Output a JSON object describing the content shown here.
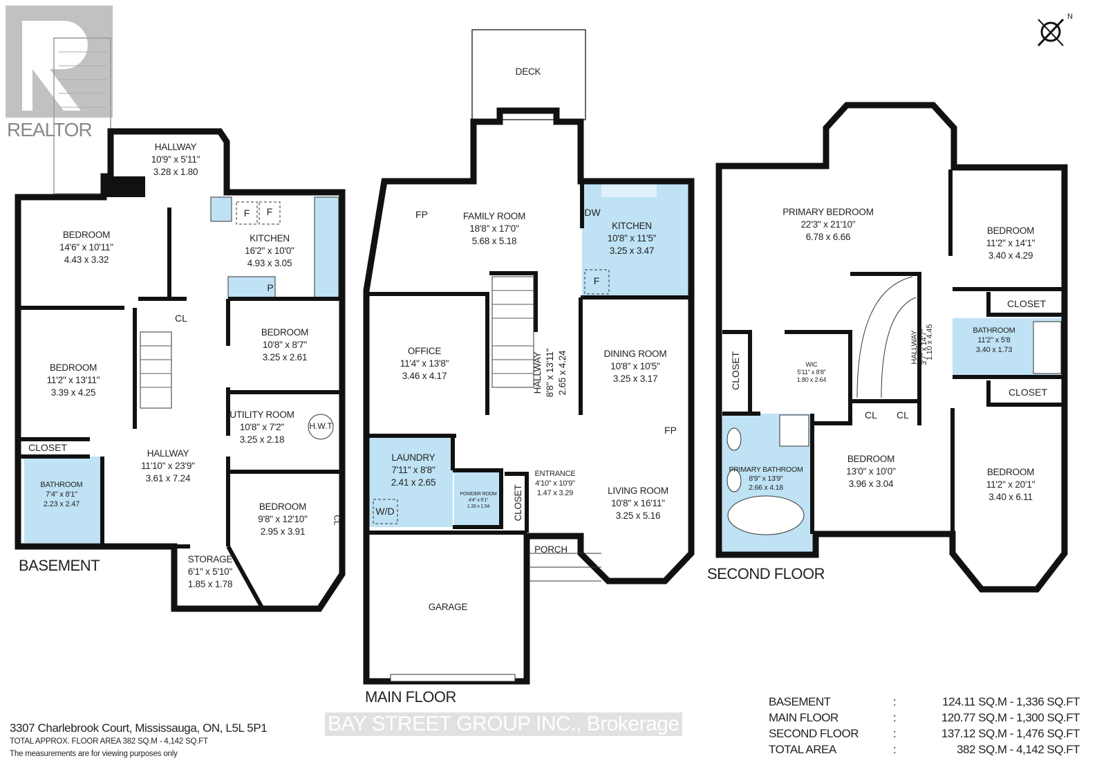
{
  "logo": {
    "text": "REALTOR",
    "color": "#8a8a8a"
  },
  "compass": {
    "label": "N"
  },
  "colors": {
    "wall": "#111111",
    "wet_room": "#bfe2f4"
  },
  "basement": {
    "title": "BASEMENT",
    "rooms": [
      {
        "name": "HALLWAY",
        "imperial": "10'9\" x 5'11\"",
        "metric": "3.28 x 1.80"
      },
      {
        "name": "BEDROOM",
        "imperial": "14'6\" x 10'11\"",
        "metric": "4.43 x 3.32"
      },
      {
        "name": "KITCHEN",
        "imperial": "16'2\" x 10'0\"",
        "metric": "4.93 x 3.05"
      },
      {
        "name": "BEDROOM",
        "imperial": "10'8\" x 8'7\"",
        "metric": "3.25 x 2.61"
      },
      {
        "name": "BEDROOM",
        "imperial": "11'2\" x 13'11\"",
        "metric": "3.39 x 4.25"
      },
      {
        "name": "UTILITY ROOM",
        "imperial": "10'8\" x 7'2\"",
        "metric": "3.25 x 2.18"
      },
      {
        "name": "HALLWAY",
        "imperial": "11'10\" x 23'9\"",
        "metric": "3.61 x 7.24"
      },
      {
        "name": "BATHROOM",
        "imperial": "7'4\" x 8'1\"",
        "metric": "2.23 x 2.47"
      },
      {
        "name": "BEDROOM",
        "imperial": "9'8\" x 12'10\"",
        "metric": "2.95 x 3.91"
      },
      {
        "name": "STORAGE",
        "imperial": "6'1\" x 5'10\"",
        "metric": "1.85 x 1.78"
      }
    ],
    "tags": {
      "closet": "CLOSET",
      "cl": "CL",
      "hwt": "H.W.T",
      "f1": "F",
      "f2": "F",
      "p": "P",
      "cl2": "CL"
    }
  },
  "main": {
    "title": "MAIN FLOOR",
    "rooms": [
      {
        "name": "DECK"
      },
      {
        "name": "FAMILY ROOM",
        "imperial": "18'8\" x 17'0\"",
        "metric": "5.68 x 5.18"
      },
      {
        "name": "KITCHEN",
        "imperial": "10'8\" x 11'5\"",
        "metric": "3.25 x 3.47"
      },
      {
        "name": "OFFICE",
        "imperial": "11'4\" x 13'8\"",
        "metric": "3.46 x 4.17"
      },
      {
        "name": "HALLWAY",
        "imperial": "8'8\" x 13'11\"",
        "metric": "2.65 x 4.24"
      },
      {
        "name": "DINING ROOM",
        "imperial": "10'8\" x 10'5\"",
        "metric": "3.25 x 3.17"
      },
      {
        "name": "LAUNDRY",
        "imperial": "7'11\" x 8'8\"",
        "metric": "2.41 x 2.65"
      },
      {
        "name": "POWDER ROOM",
        "imperial": "4'4\" x 5'1\"",
        "metric": "1.33 x 1.54"
      },
      {
        "name": "ENTRANCE",
        "imperial": "4'10\" x 10'9\"",
        "metric": "1.47 x 3.29"
      },
      {
        "name": "LIVING ROOM",
        "imperial": "10'8\" x 16'11\"",
        "metric": "3.25 x 5.16"
      },
      {
        "name": "PORCH"
      },
      {
        "name": "GARAGE"
      },
      {
        "name": "CLOSET"
      }
    ],
    "tags": {
      "fp1": "FP",
      "fp2": "FP",
      "dw": "DW",
      "f": "F",
      "wd": "W/D"
    }
  },
  "second": {
    "title": "SECOND FLOOR",
    "rooms": [
      {
        "name": "PRIMARY BEDROOM",
        "imperial": "22'3\" x 21'10\"",
        "metric": "6.78 x 6.66"
      },
      {
        "name": "BEDROOM",
        "imperial": "11'2\" x 14'1\"",
        "metric": "3.40 x 4.29"
      },
      {
        "name": "BATHROOM",
        "imperial": "11'2\" x 5'8",
        "metric": "3.40 x 1.73"
      },
      {
        "name": "HALLWAY",
        "imperial": "3'7\" x 14'7\"",
        "metric": "1.10 x 4.45"
      },
      {
        "name": "WIC",
        "imperial": "5'11\" x 8'8\"",
        "metric": "1.80 x 2.64"
      },
      {
        "name": "BEDROOM",
        "imperial": "13'0\" x 10'0\"",
        "metric": "3.96 x 3.04"
      },
      {
        "name": "PRIMARY BATHROOM",
        "imperial": "8'9\" x 13'9\"",
        "metric": "2.66 x 4.18"
      },
      {
        "name": "BEDROOM",
        "imperial": "11'2\" x 20'1\"",
        "metric": "3.40 x 6.11"
      }
    ],
    "tags": {
      "closet1": "CLOSET",
      "closet2": "CLOSET",
      "closet3": "CLOSET",
      "cl1": "CL",
      "cl2": "CL"
    }
  },
  "footer": {
    "address": "3307 Charlebrook Court, Mississauga, ON, L5L 5P1",
    "total": "TOTAL APPROX. FLOOR AREA 382 SQ.M - 4,142 SQ.FT",
    "disclaimer": "The measurements are for viewing purposes only",
    "watermark": "BAY STREET GROUP INC., Brokerage"
  },
  "areas": [
    {
      "label": "BASEMENT",
      "sep": ":",
      "value": "124.11 SQ.M - 1,336 SQ.FT"
    },
    {
      "label": "MAIN FLOOR",
      "sep": ":",
      "value": "120.77 SQ.M - 1,300 SQ.FT"
    },
    {
      "label": "SECOND FLOOR",
      "sep": ":",
      "value": "137.12 SQ.M - 1,476 SQ.FT"
    },
    {
      "label": "TOTAL AREA",
      "sep": ":",
      "value": "382 SQ.M - 4,142 SQ.FT"
    }
  ]
}
